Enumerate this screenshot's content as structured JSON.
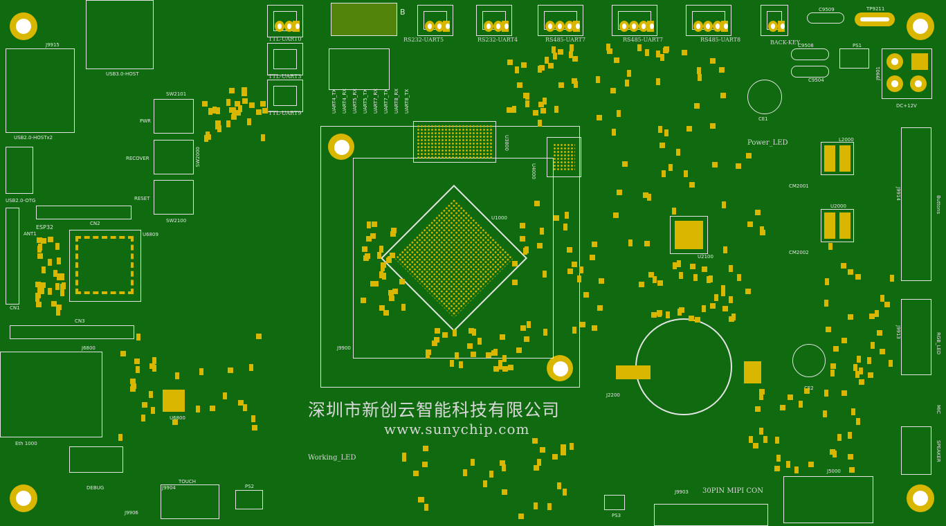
{
  "board": {
    "colors": {
      "soldermask": "#0f6a10",
      "copper": "#d9b700",
      "silkscreen": "#e4e4e4"
    },
    "company_name": "深圳市新创云智能科技有限公司",
    "website": "www.sunychip.com"
  },
  "labels": {
    "ttl_uart0": "TTL-UART0",
    "ttl_uart3": "TTL-UART3",
    "ttl_uart9": "TTL-UART9",
    "rs232_uart5": "RS232-UART5",
    "rs232_uart4": "RS232-UART4",
    "rs485_uart7a": "RS485-UART7",
    "rs485_uart7b": "RS485-UART7",
    "rs485_uart8": "RS485-UART8",
    "back_key": "BACK-KEY",
    "dc12v": "DC+12V",
    "usb30_host": "USB3.0-HOST",
    "usb20_hostx2": "USB2.0-HOSTx2",
    "usb20_otg": "USB2.0-OTG",
    "esp32": "ESP32",
    "eth1000": "Eth 1000",
    "debug": "DEBUG",
    "touch": "TOUCH",
    "pwr": "PWR",
    "recover": "RECOVER",
    "reset": "RESET",
    "power_led": "Power_LED",
    "working_led": "Working_LED",
    "mipi": "30PIN MIPI CON",
    "buttons": "Buttons",
    "rgb_led": "RGB_LED",
    "mic": "MIC",
    "speaker": "SPEAKER",
    "u1000": "U1000",
    "u3800": "U3800",
    "u4000": "U4000",
    "u6809": "U6809",
    "j6800": "J6800",
    "u6800": "U6800",
    "cn1": "CN1",
    "cn2": "CN2",
    "cn3": "CN3",
    "j2200": "J2200",
    "j9900": "J9900",
    "j9901": "J9901",
    "j9904": "J9904",
    "j9906": "J9906",
    "j9915": "J9915",
    "j9914": "J9914",
    "j9913": "J9913",
    "j9903": "J9903",
    "j5000": "J5000",
    "ps1": "PS1",
    "ps2": "PS2",
    "ps3": "PS3",
    "ce1": "CE1",
    "ce2": "CE2",
    "tp9211": "TP9211",
    "c9509": "C9509",
    "c9508": "C9508",
    "c9504": "C9504",
    "l2000": "L2000",
    "u2000": "U2000",
    "cm2001": "CM2001",
    "cm2002": "CM2002",
    "u2100": "U2100",
    "sw2100": "SW2100",
    "sw2101": "SW2101",
    "sw2000": "SW2000",
    "b_mark": "B",
    "ant1": "ANT1",
    "uart_tx_rx": [
      "UART4_TX",
      "UART4_RX",
      "UART5_RX",
      "UART5_TX",
      "UART7_RX",
      "UART7_TX",
      "UART8_RX",
      "UART8_TX"
    ]
  }
}
